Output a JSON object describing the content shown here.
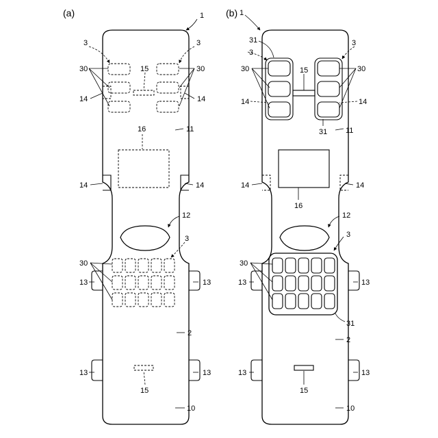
{
  "panels": [
    {
      "label": "(a)"
    },
    {
      "label": "(b)"
    }
  ],
  "reference_numerals": {
    "device": "1",
    "lower_body": "2",
    "key_group": "3",
    "housing_lower": "10",
    "housing_upper": "11",
    "hinge": "12",
    "side_key_lower": "13",
    "side_key_upper": "14",
    "pad": "15",
    "display": "16",
    "keys": "30",
    "key_frame": "31"
  }
}
